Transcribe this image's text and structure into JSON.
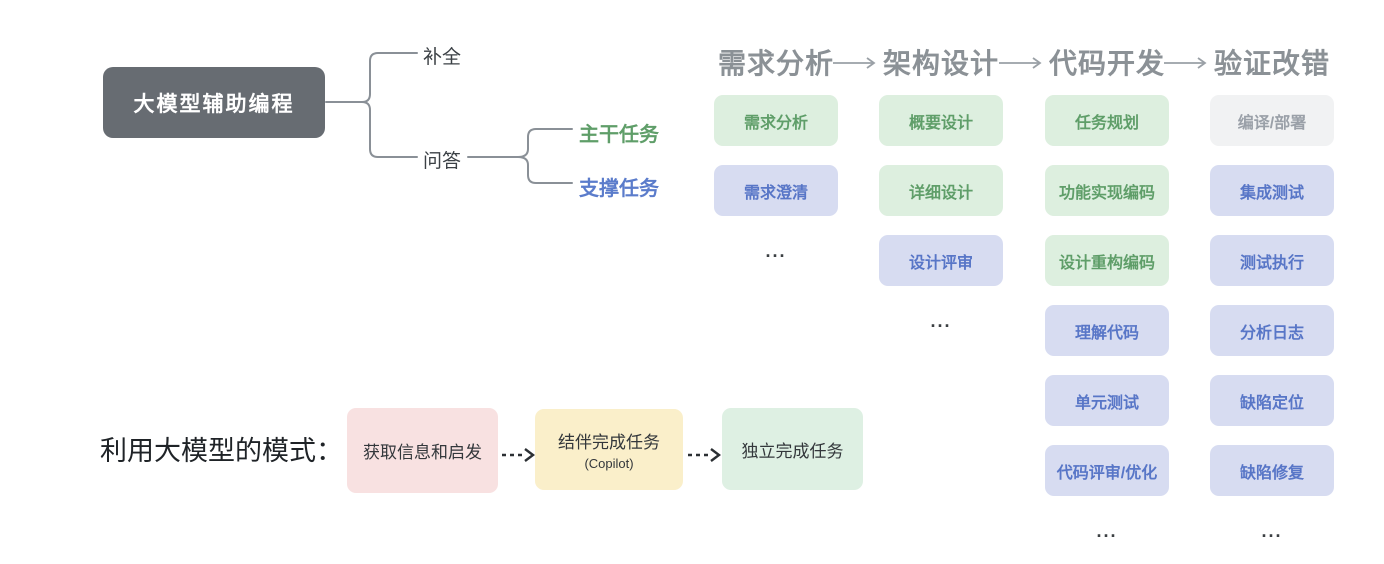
{
  "palette": {
    "root_box_bg": "#676c72",
    "root_box_text": "#ffffff",
    "tree_line": "#8a9097",
    "branch_text": "#3b4045",
    "primary_green": "#5f9e69",
    "primary_green_bg": "#ddefdf",
    "support_blue": "#5876c7",
    "support_blue_bg": "#d7dcf1",
    "neutral_gray": "#9aa0a8",
    "neutral_gray_bg": "#f1f2f3",
    "header_gray": "#8b9196",
    "mode_pink_bg": "#f8e1e1",
    "mode_yellow_bg": "#faefca",
    "mode_green_bg": "#def0e3"
  },
  "tree": {
    "root": "大模型辅助编程",
    "branches": [
      {
        "label": "补全"
      },
      {
        "label": "问答",
        "children": [
          {
            "label": "主干任务",
            "type": "primary-green"
          },
          {
            "label": "支撑任务",
            "type": "support-blue"
          }
        ]
      }
    ]
  },
  "pipeline": {
    "stages": [
      {
        "title": "需求分析",
        "tasks": [
          {
            "label": "需求分析",
            "type": "green"
          },
          {
            "label": "需求澄清",
            "type": "blue"
          },
          {
            "label": "...",
            "type": "ellipsis"
          }
        ]
      },
      {
        "title": "架构设计",
        "tasks": [
          {
            "label": "概要设计",
            "type": "green"
          },
          {
            "label": "详细设计",
            "type": "green"
          },
          {
            "label": "设计评审",
            "type": "blue"
          },
          {
            "label": "...",
            "type": "ellipsis"
          }
        ]
      },
      {
        "title": "代码开发",
        "tasks": [
          {
            "label": "任务规划",
            "type": "green"
          },
          {
            "label": "功能实现编码",
            "type": "green"
          },
          {
            "label": "设计重构编码",
            "type": "green"
          },
          {
            "label": "理解代码",
            "type": "blue"
          },
          {
            "label": "单元测试",
            "type": "blue"
          },
          {
            "label": "代码评审/优化",
            "type": "blue"
          },
          {
            "label": "...",
            "type": "ellipsis"
          }
        ]
      },
      {
        "title": "验证改错",
        "tasks": [
          {
            "label": "编译/部署",
            "type": "gray"
          },
          {
            "label": "集成测试",
            "type": "blue"
          },
          {
            "label": "测试执行",
            "type": "blue"
          },
          {
            "label": "分析日志",
            "type": "blue"
          },
          {
            "label": "缺陷定位",
            "type": "blue"
          },
          {
            "label": "缺陷修复",
            "type": "blue"
          },
          {
            "label": "...",
            "type": "ellipsis"
          }
        ]
      }
    ]
  },
  "modes": {
    "title": "利用大模型的模式：",
    "items": [
      {
        "label": "获取信息和启发",
        "sub": "",
        "color": "pink"
      },
      {
        "label": "结伴完成任务",
        "sub": "(Copilot)",
        "color": "yellow"
      },
      {
        "label": "独立完成任务",
        "sub": "",
        "color": "green"
      }
    ]
  }
}
